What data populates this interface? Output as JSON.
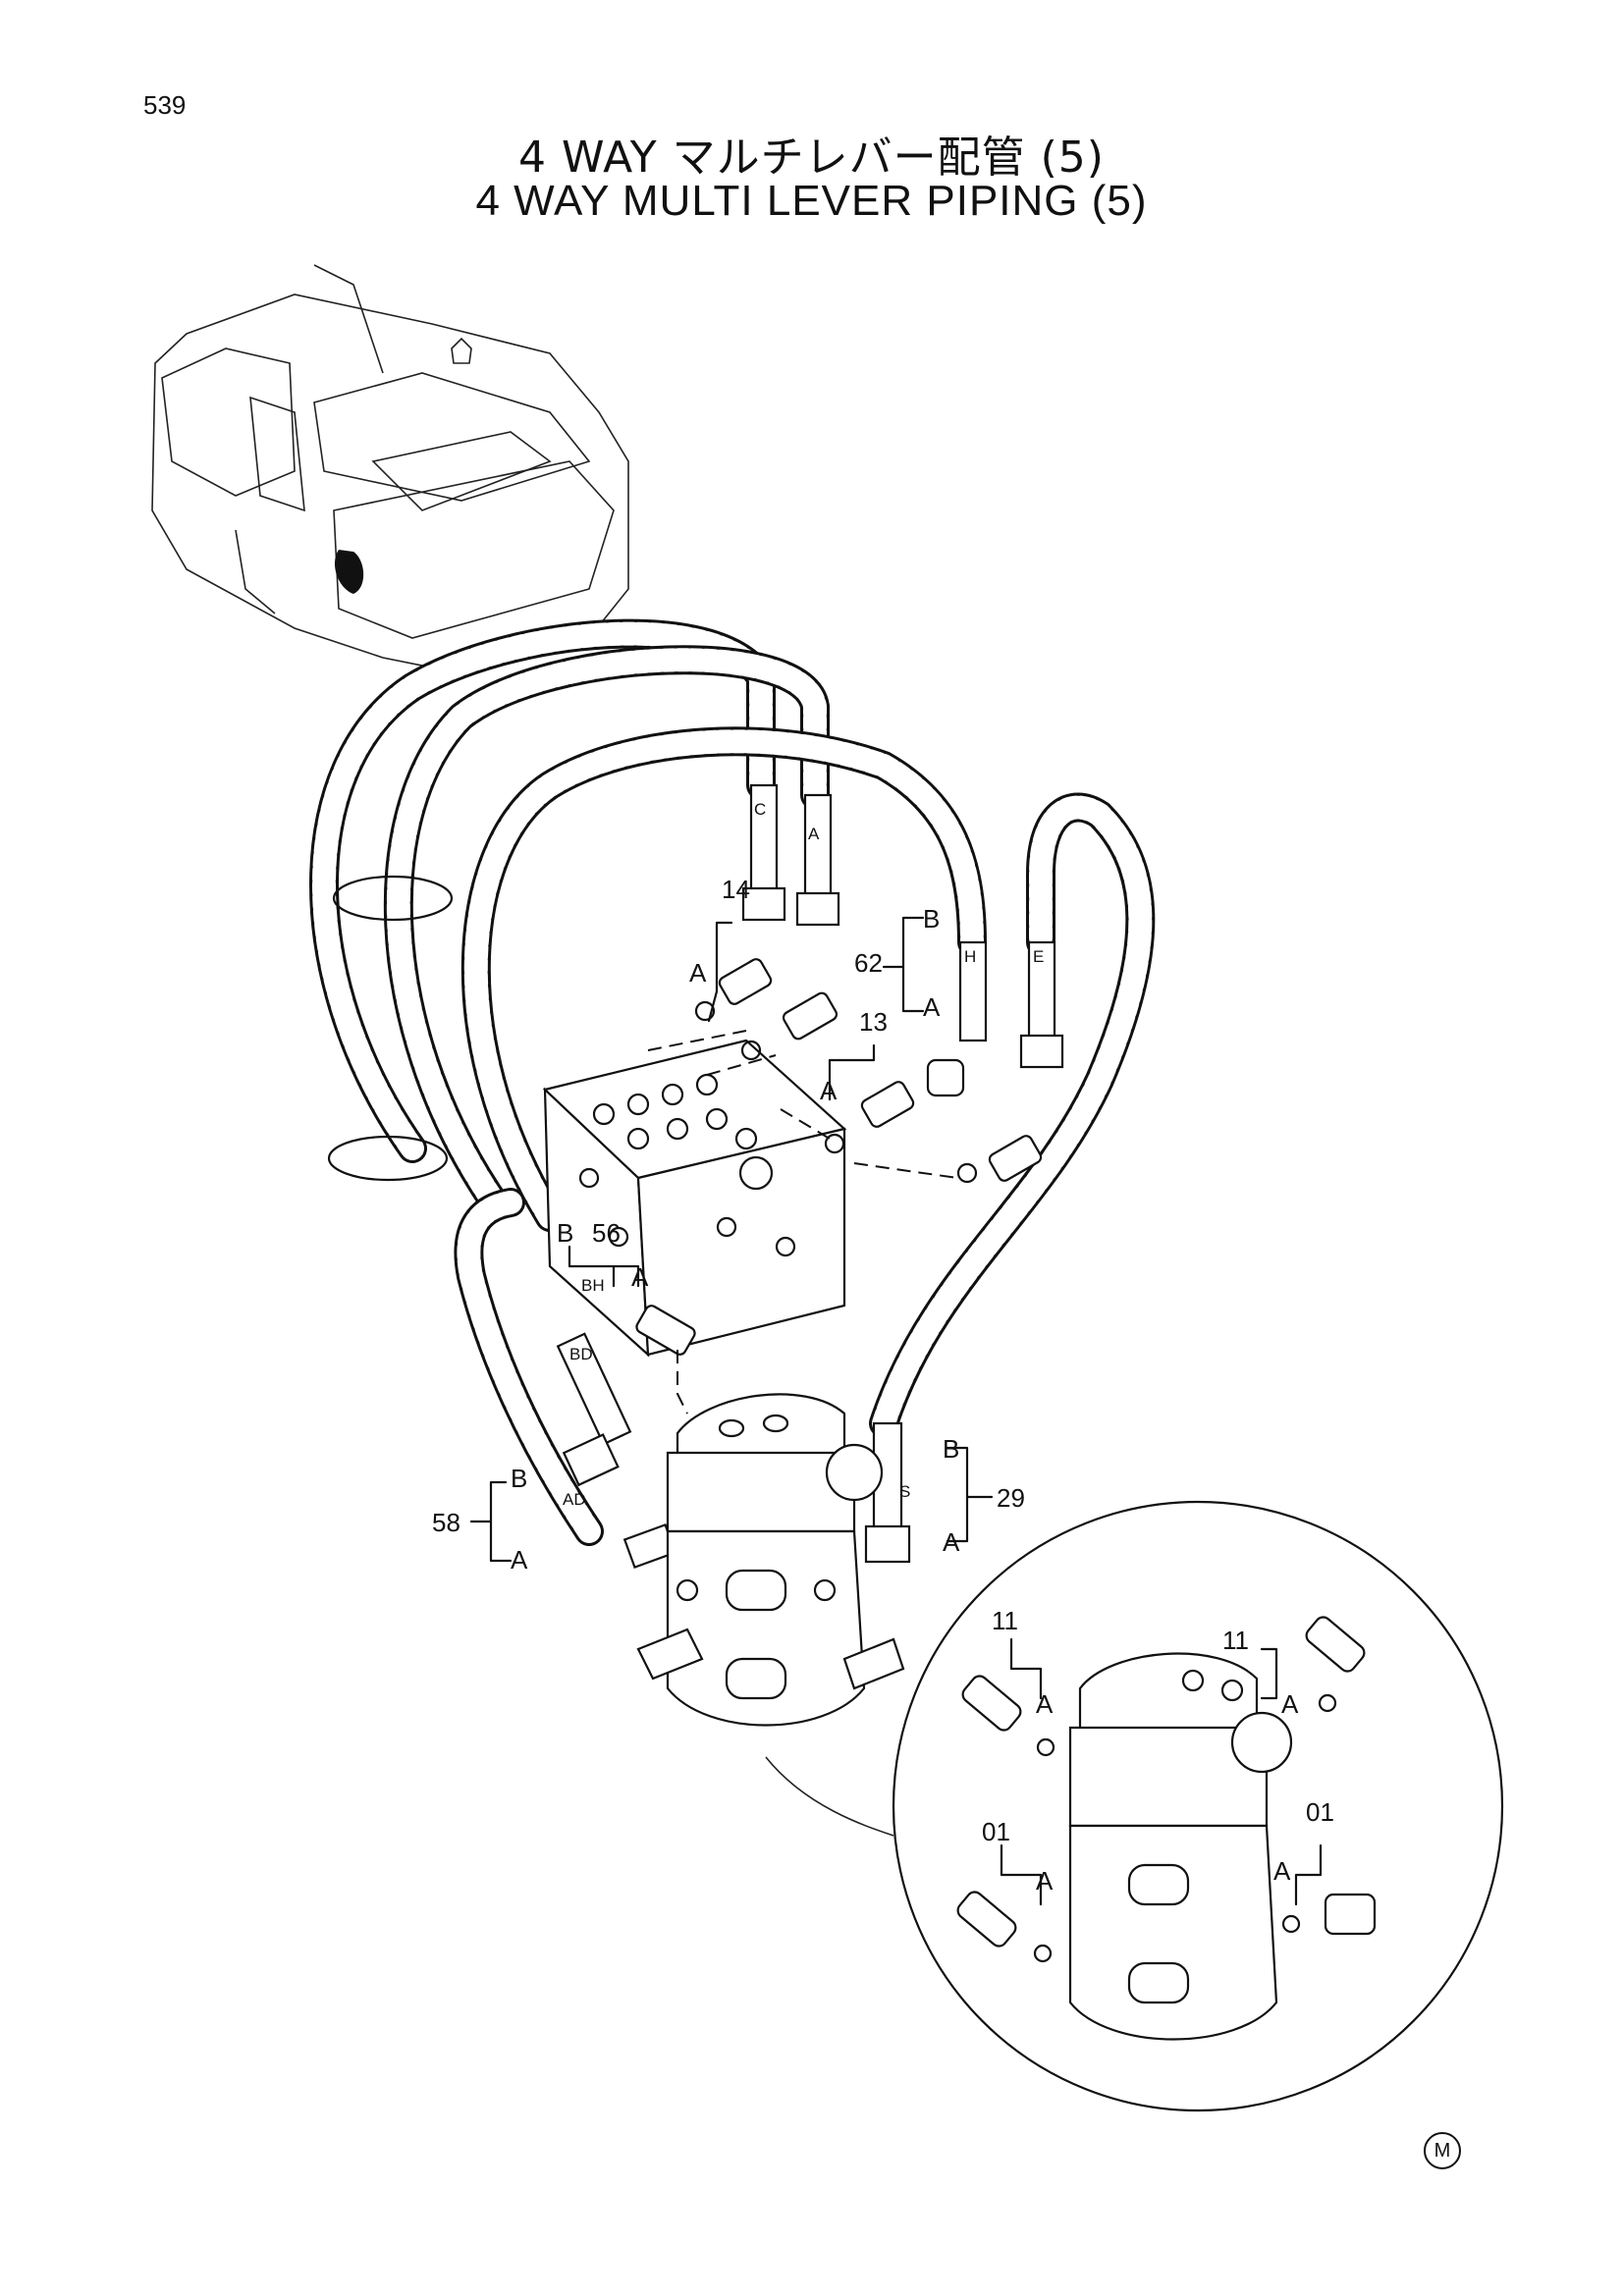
{
  "page_number": "539",
  "title_jp": "4 WAY マルチレバー配管 (5)",
  "title_en": "4 WAY MULTI LEVER PIPING (5)",
  "callouts": {
    "c14": "14",
    "c62": "62",
    "c13": "13",
    "c56": "56",
    "c58": "58",
    "c29": "29",
    "c11a": "11",
    "c11b": "11",
    "c01a": "01",
    "c01b": "01",
    "a": "A",
    "b": "B"
  },
  "hose_marks": {
    "c": "C",
    "a": "A",
    "h": "H",
    "e": "E",
    "bh": "BH",
    "bd": "BD",
    "ad": "AD",
    "s": "S"
  },
  "mark": "M"
}
